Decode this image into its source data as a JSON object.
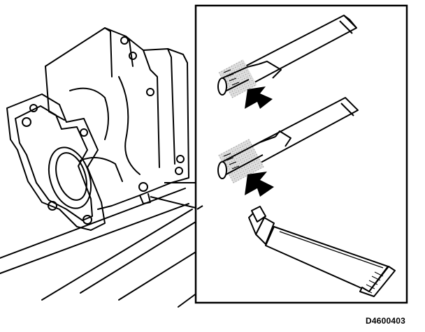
{
  "figure": {
    "code": "D4600403",
    "stroke_color": "#000000",
    "background_color": "#ffffff",
    "grease_fill_color": "#d9d9d9",
    "icons": [
      "transfer-housing",
      "input-shaft-spline",
      "grease-arrow",
      "grease-tube"
    ]
  }
}
